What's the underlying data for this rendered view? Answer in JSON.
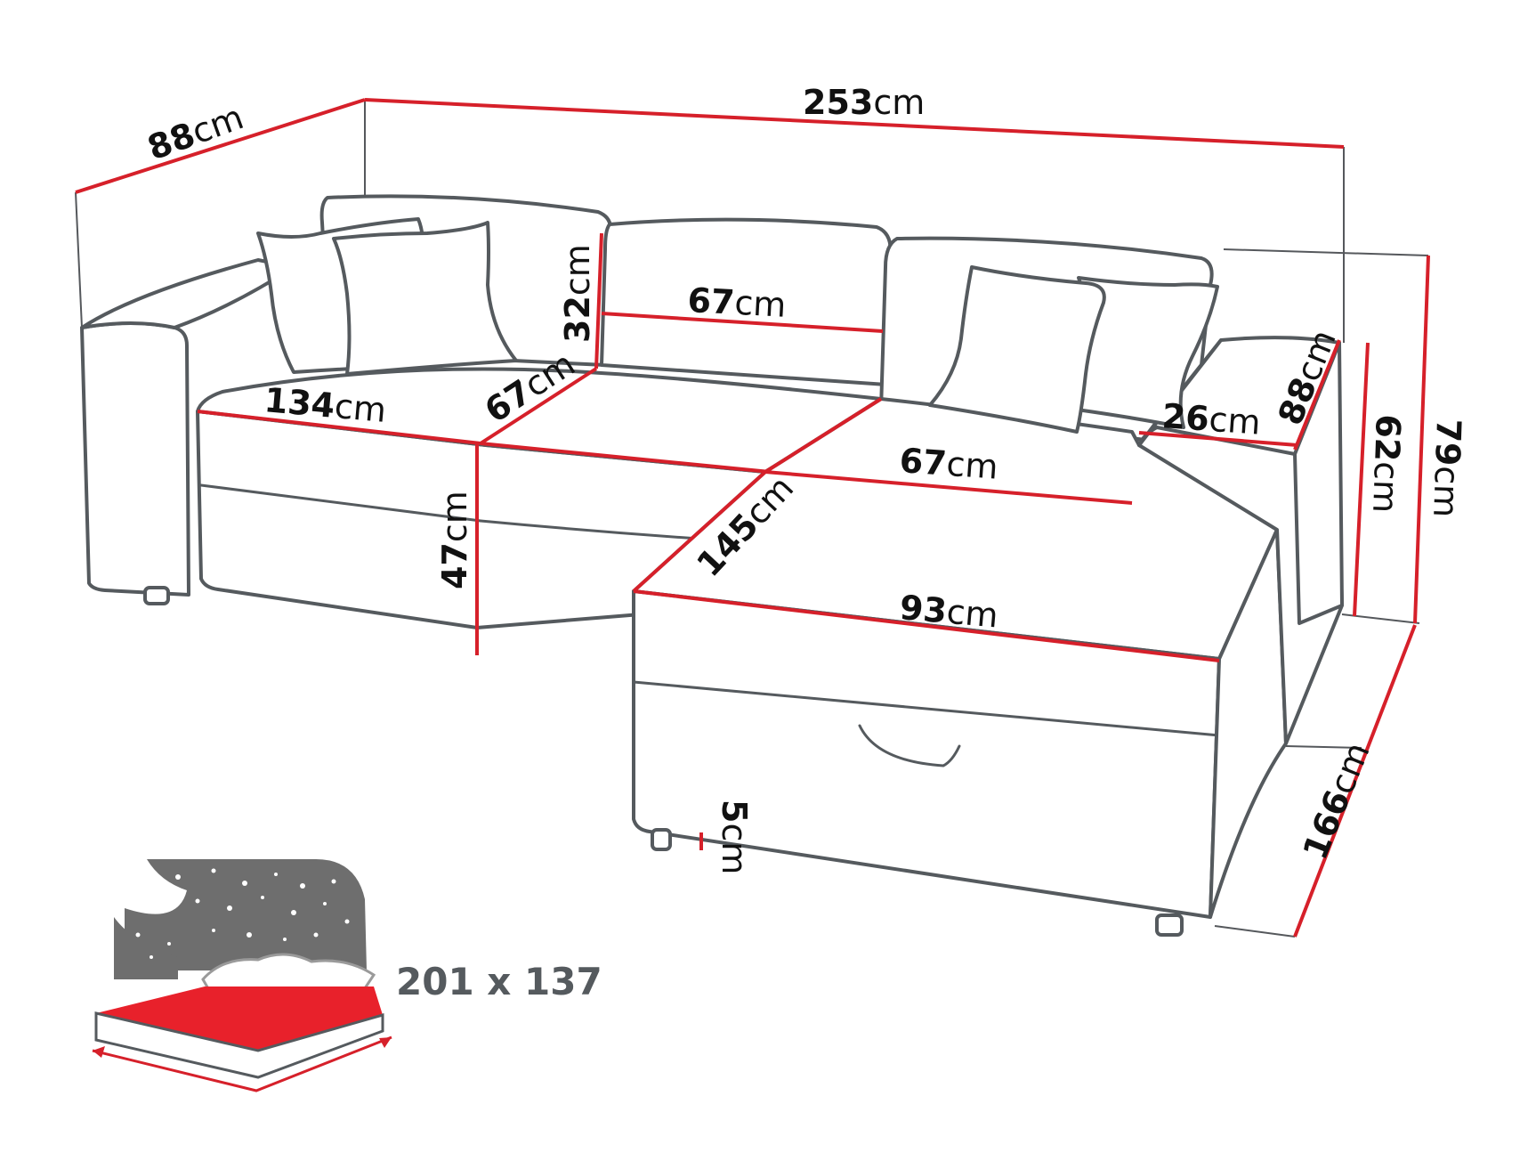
{
  "colors": {
    "dimension_line": "#d6202a",
    "outline": "#555a5e",
    "bed_mattress": "#e8212b",
    "night_sky": "#6e6e6e"
  },
  "dimensions": {
    "total_width": {
      "value": "253",
      "unit": "cm"
    },
    "depth_left": {
      "value": "88",
      "unit": "cm"
    },
    "back_height": {
      "value": "32",
      "unit": "cm"
    },
    "back_cushion_width": {
      "value": "67",
      "unit": "cm"
    },
    "seat_width_left": {
      "value": "134",
      "unit": "cm"
    },
    "seat_depth": {
      "value": "67",
      "unit": "cm"
    },
    "seat_height": {
      "value": "47",
      "unit": "cm"
    },
    "chaise_seat_depth": {
      "value": "67",
      "unit": "cm"
    },
    "armrest_width": {
      "value": "26",
      "unit": "cm"
    },
    "armrest_depth": {
      "value": "88",
      "unit": "cm"
    },
    "arm_height": {
      "value": "62",
      "unit": "cm"
    },
    "total_height": {
      "value": "79",
      "unit": "cm"
    },
    "chaise_length": {
      "value": "145",
      "unit": "cm"
    },
    "chaise_width": {
      "value": "93",
      "unit": "cm"
    },
    "leg_height": {
      "value": "5",
      "unit": "cm"
    },
    "total_depth_right": {
      "value": "166",
      "unit": "cm"
    }
  },
  "bed": {
    "size_label": "201 x 137",
    "icon": "sofa-bed-icon"
  }
}
